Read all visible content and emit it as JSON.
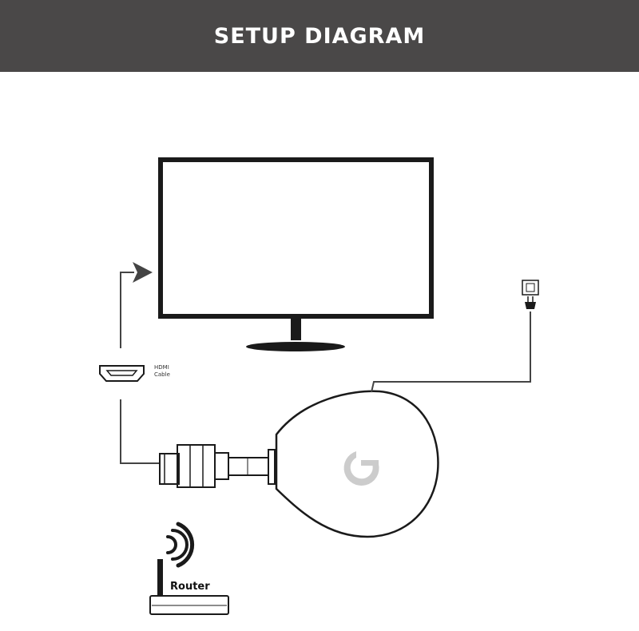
{
  "header": {
    "title": "SETUP DIAGRAM"
  },
  "labels": {
    "hdmi_line1": "HDMI",
    "hdmi_line2": "Cable",
    "router": "Router"
  },
  "colors": {
    "header_bg": "#4a4848",
    "stroke": "#1a1a1a",
    "logo_gray": "#cccccc"
  },
  "icons": [
    "tv-icon",
    "arrow-right-icon",
    "hdmi-port-icon",
    "hdmi-connector-icon",
    "dongle-icon",
    "power-outlet-icon",
    "power-plug-icon",
    "wifi-waves-icon",
    "router-icon",
    "logo-icon"
  ]
}
